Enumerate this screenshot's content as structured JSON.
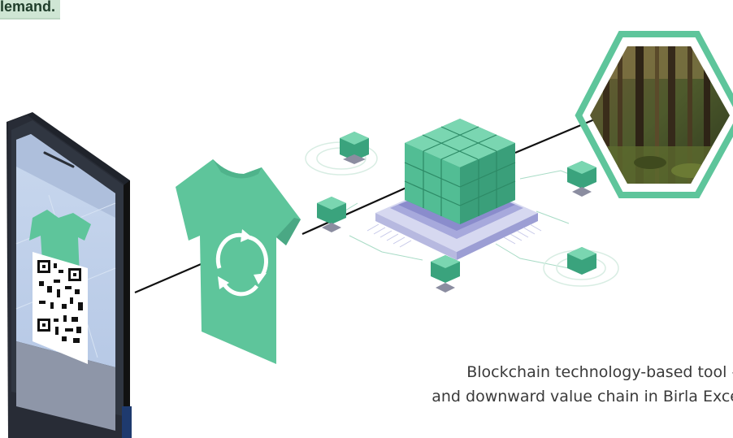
{
  "header": {
    "tag_text": "lemand."
  },
  "caption": {
    "line1": "Blockchain technology-based tool –",
    "line2": "and downward value chain in Birla Exce"
  },
  "colors": {
    "accent_green": "#5ec59b",
    "cube_dark": "#3aa37d",
    "chip_purple": "#a7a9dc",
    "phone_body": "#2a2f37",
    "phone_screen": "#c6d6ec",
    "hexagon_green": "#5ec59b"
  },
  "icons": {
    "phone": "smartphone-icon",
    "tshirt": "tshirt-icon",
    "cycle": "recycle-arrows-icon",
    "qr": "qr-code-icon",
    "chip": "blockchain-chip-icon",
    "forest": "forest-photo"
  }
}
